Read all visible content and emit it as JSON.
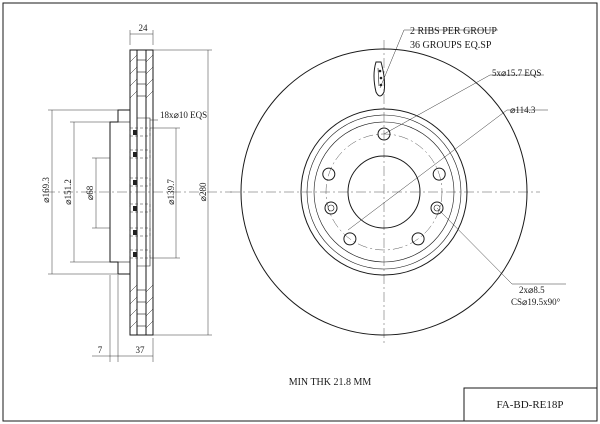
{
  "side_view": {
    "thickness_label": "24",
    "holes_label": "18x⌀10 EQS",
    "d1693": "⌀169.3",
    "d1512": "⌀151.2",
    "d68": "⌀68",
    "d1397": "⌀139.7",
    "d280": "⌀280",
    "offset_label": "7",
    "height_label": "37"
  },
  "front_view": {
    "ribs_line1": "2 RIBS PER GROUP",
    "ribs_line2": "36 GROUPS EQ.SP",
    "bolt_holes": "5x⌀15.7 EQS",
    "pcd": "⌀114.3",
    "pin_holes_line1": "2x⌀8.5",
    "pin_holes_line2": "CS⌀19.5x90°"
  },
  "notes": {
    "min_thickness": "MIN THK 21.8 MM"
  },
  "title_block": {
    "part_number": "FA-BD-RE18P"
  }
}
